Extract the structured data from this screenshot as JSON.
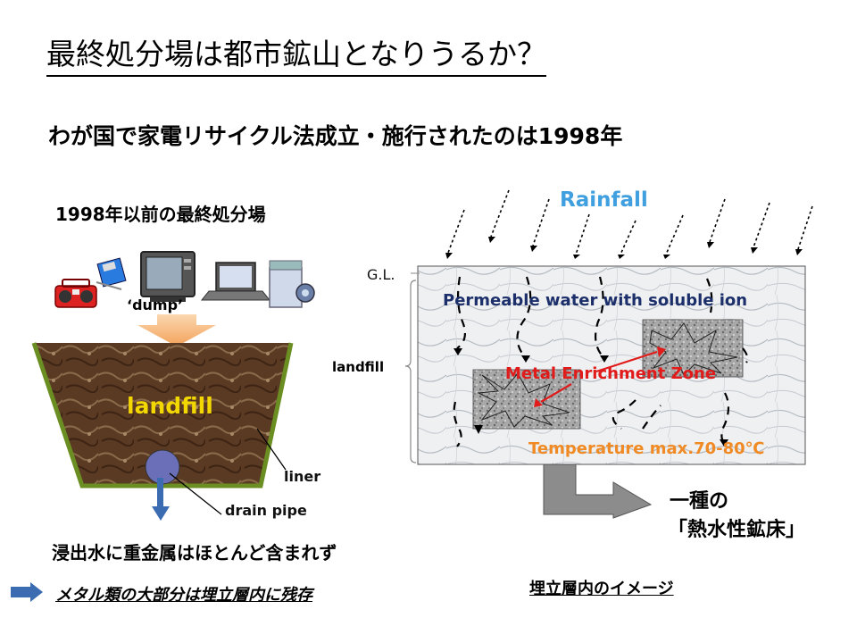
{
  "title": "最終処分場は都市鉱山となりうるか？",
  "subtitle": "わが国で家電リサイクル法成立・施行されたのは1998年",
  "left_panel": {
    "heading": "1998年以前の最終処分場",
    "dump_label": "‘dump’",
    "landfill_label": "landfill",
    "liner_label": "liner",
    "drain_pipe_label": "drain pipe",
    "appliances": [
      "boombox-icon",
      "floppy-disk-icon",
      "television-icon",
      "laptop-icon",
      "washing-machine-icon"
    ]
  },
  "right_panel": {
    "rainfall_label": "Rainfall",
    "gl_label": "G.L.",
    "landfill_label": "landfill",
    "permeable_label": "Permeable water with soluble ion",
    "metal_zone_label": "Metal Enrichment Zone",
    "temperature_label": "Temperature max.70-80℃",
    "ore_line1": "一種の",
    "ore_line2": "「熱水性鉱床」",
    "caption": "埋立層内のイメージ"
  },
  "bottom": {
    "leachate_text": "浸出水に重金属はほとんど含まれず",
    "remaining_text": "メタル類の大部分は埋立層内に残存"
  },
  "colors": {
    "rainfall": "#3f9fdf",
    "metal_zone": "#e11a1a",
    "temperature": "#f08a24",
    "permeable": "#1c2f6a",
    "landfill_text": "#f2d700",
    "soil": "#5a3a22",
    "liner": "#6b8e23",
    "pipe": "#6a6fb8",
    "arrow_blue": "#3b6bb0"
  }
}
